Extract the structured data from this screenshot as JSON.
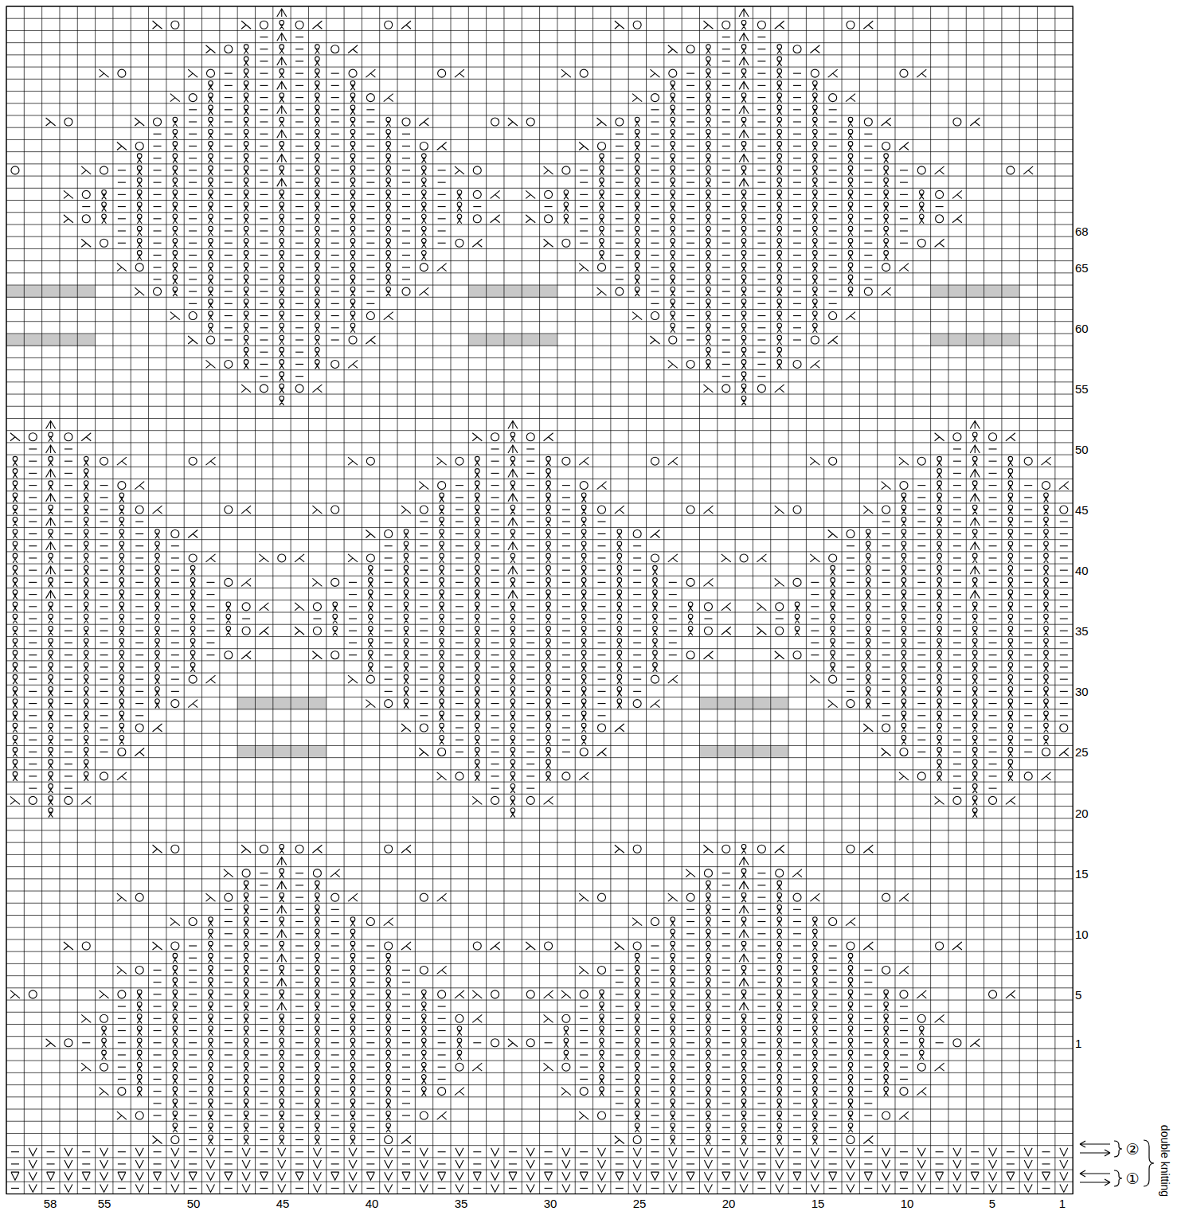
{
  "diagram": {
    "labels": [
      "58",
      "55",
      "50",
      "45",
      "40",
      "35",
      "30",
      "25",
      "20",
      "15",
      "10",
      "5",
      "1",
      "1",
      "5",
      "10",
      "15",
      "20",
      "25",
      "30",
      "35",
      "40",
      "45",
      "50",
      "55",
      "60",
      "65",
      "68",
      "②",
      "①",
      "double knitting"
    ]
  }
}
